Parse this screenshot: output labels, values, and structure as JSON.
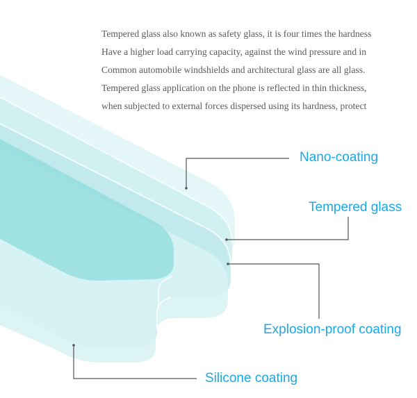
{
  "description": [
    "Tempered glass also known as safety glass, it is four times the hardness",
    "Have a higher load carrying capacity, against the wind pressure and in",
    "Common automobile windshields and architectural glass are all glass.",
    "Tempered glass application on the phone is reflected in thin thickness,",
    "when subjected to external forces dispersed using its hardness, protect"
  ],
  "layers": [
    {
      "label": "Nano-coating"
    },
    {
      "label": "Tempered glass"
    },
    {
      "label": "Explosion-proof coating"
    },
    {
      "label": "Silicone coating"
    }
  ],
  "colors": {
    "label_text": "#1aa9e6",
    "leader_line": "#555555",
    "layer_light": "#dcf3f6",
    "layer_mid": "#b4e7ea",
    "layer_deep": "#7fd8d8"
  }
}
